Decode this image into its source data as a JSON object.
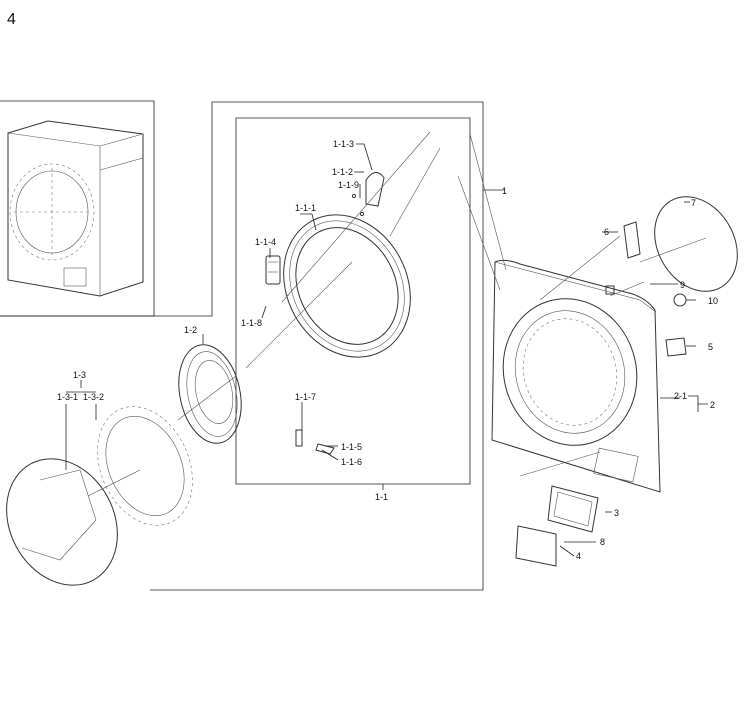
{
  "page_number": "4",
  "callouts": {
    "p1": "1",
    "p1_1": "1-1",
    "p1_1_1": "1-1-1",
    "p1_1_2": "1-1-2",
    "p1_1_3": "1-1-3",
    "p1_1_4": "1-1-4",
    "p1_1_5": "1-1-5",
    "p1_1_6": "1-1-6",
    "p1_1_7": "1-1-7",
    "p1_1_8": "1-1-8",
    "p1_1_9": "1-1-9",
    "p1_2": "1-2",
    "p1_3": "1-3",
    "p1_3_1": "1-3-1",
    "p1_3_2": "1-3-2",
    "p2": "2",
    "p2_1": "2-1",
    "p3": "3",
    "p4": "4",
    "p5": "5",
    "p6": "6",
    "p7": "7",
    "p8": "8",
    "p9": "9",
    "p10": "10"
  }
}
